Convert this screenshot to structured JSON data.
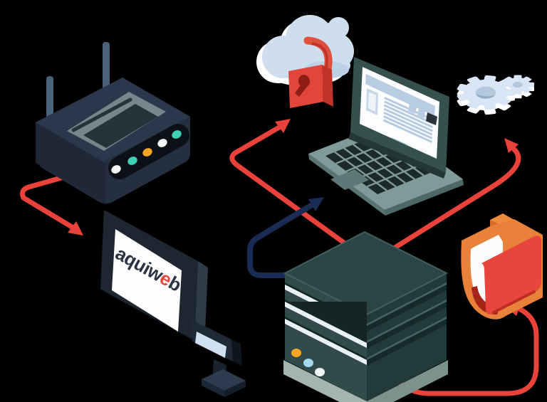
{
  "diagram": {
    "type": "isometric-network-illustration",
    "background_color": "#000000",
    "logo": {
      "part1": "aquiw",
      "accent": "e",
      "part2": "b",
      "text_color": "#2a3342",
      "accent_color": "#e8423a"
    },
    "nodes": [
      {
        "id": "router",
        "description": "dark wireless router with two antennas and five status lights (white, teal, orange, white, teal)"
      },
      {
        "id": "secure-cloud",
        "description": "light blue cloud with red padlock"
      },
      {
        "id": "laptop",
        "description": "open laptop showing a document page on screen"
      },
      {
        "id": "gear",
        "description": "light blue isometric gear pair"
      },
      {
        "id": "display-terminal",
        "description": "dark monitor kiosk showing aquiweb logo with small scanner stand"
      },
      {
        "id": "server",
        "description": "dark teal server tower with three light slats and orange/blue/white indicators"
      },
      {
        "id": "folder",
        "description": "red folder with orange rim and white pages"
      }
    ],
    "connections": [
      {
        "from": "router",
        "to": "display-terminal",
        "color": "#e8423a",
        "style": "elbow-arrow"
      },
      {
        "from": "server",
        "to": "secure-cloud",
        "color": "#e8423a",
        "style": "elbow-arrow"
      },
      {
        "from": "server",
        "to": "gear",
        "color": "#e8423a",
        "style": "curved-arrow"
      },
      {
        "from": "server",
        "to": "folder",
        "color": "#e8423a",
        "style": "curved-arrow"
      },
      {
        "from": "server",
        "to": "laptop",
        "color": "#1a2c54",
        "style": "elbow-arrow"
      }
    ],
    "colors": {
      "arrow_red": "#e8423a",
      "arrow_navy": "#1a2c54",
      "router_body": "#2a3647",
      "laptop_frame": "#36504e",
      "laptop_base": "#7f9a99",
      "cloud_blue": "#cfdeed",
      "lock_red": "#e2453a",
      "status_teal": "#3fd0b6",
      "status_orange": "#f6a623",
      "server_face": "#304b4a",
      "server_base": "#a3b5ae",
      "folder_red": "#e8463c",
      "folder_orange": "#e8813a",
      "gear_blue": "#d8e5f4",
      "monitor_frame": "#1d2631"
    }
  }
}
